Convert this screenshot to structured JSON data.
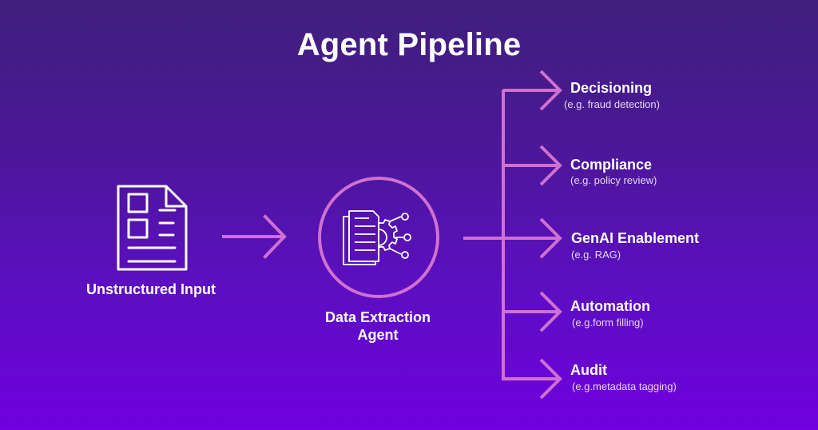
{
  "title": "Agent Pipeline",
  "colors": {
    "accent": "#d070d0",
    "background_top": "#3f1f7c",
    "background_bottom": "#7000df",
    "text": "#ffffff"
  },
  "input": {
    "label": "Unstructured Input",
    "icon": "document-form-icon"
  },
  "agent": {
    "label_line1": "Data Extraction",
    "label_line2": "Agent",
    "icon": "document-network-gear-icon"
  },
  "outputs": [
    {
      "title": "Decisioning",
      "subtitle": "(e.g. fraud detection)"
    },
    {
      "title": "Compliance",
      "subtitle": "(e.g. policy review)"
    },
    {
      "title": "GenAI Enablement",
      "subtitle": "(e.g. RAG)"
    },
    {
      "title": "Automation",
      "subtitle": "(e.g.form filling)"
    },
    {
      "title": "Audit",
      "subtitle": "(e.g.metadata tagging)"
    }
  ]
}
